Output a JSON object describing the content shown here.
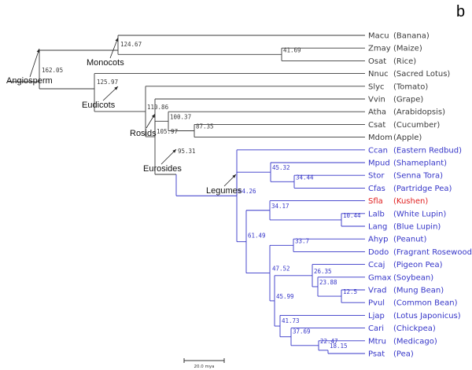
{
  "panel_label": "b",
  "scale_bar_label": "20.0 mya",
  "colors": {
    "black": "#3a3a3a",
    "legume_blue": "#3535c8",
    "highlight_red": "#e02020",
    "node_gray": "#555555"
  },
  "clades": [
    {
      "id": "angiosperm",
      "label": "Angiosperm"
    },
    {
      "id": "monocots",
      "label": "Monocots"
    },
    {
      "id": "eudicots",
      "label": "Eudicots"
    },
    {
      "id": "rosids",
      "label": "Rosids"
    },
    {
      "id": "eurosides",
      "label": "Eurosides"
    },
    {
      "id": "legumes",
      "label": "Legumes"
    }
  ],
  "taxa": [
    {
      "code": "Macu",
      "name": "(Banana)",
      "color": "black"
    },
    {
      "code": "Zmay",
      "name": "(Maize)",
      "color": "black"
    },
    {
      "code": "Osat",
      "name": "(Rice)",
      "color": "black"
    },
    {
      "code": "Nnuc",
      "name": "(Sacred Lotus)",
      "color": "black"
    },
    {
      "code": "Slyc",
      "name": "(Tomato)",
      "color": "black"
    },
    {
      "code": "Vvin",
      "name": "(Grape)",
      "color": "black"
    },
    {
      "code": "Atha",
      "name": "(Arabidopsis)",
      "color": "black"
    },
    {
      "code": "Csat",
      "name": "(Cucumber)",
      "color": "black"
    },
    {
      "code": "Mdom",
      "name": "(Apple)",
      "color": "black"
    },
    {
      "code": "Ccan",
      "name": "(Eastern Redbud)",
      "color": "legume_blue"
    },
    {
      "code": "Mpud",
      "name": "(Shameplant)",
      "color": "legume_blue"
    },
    {
      "code": "Stor",
      "name": "(Senna Tora)",
      "color": "legume_blue"
    },
    {
      "code": "Cfas",
      "name": "(Partridge Pea)",
      "color": "legume_blue"
    },
    {
      "code": "Sfla",
      "name": "(Kushen)",
      "color": "highlight_red"
    },
    {
      "code": "Lalb",
      "name": "(White Lupin)",
      "color": "legume_blue"
    },
    {
      "code": "Lang",
      "name": "(Blue Lupin)",
      "color": "legume_blue"
    },
    {
      "code": "Ahyp",
      "name": "(Peanut)",
      "color": "legume_blue"
    },
    {
      "code": "Dodo",
      "name": "(Fragrant Rosewood)",
      "color": "legume_blue"
    },
    {
      "code": "Ccaj",
      "name": "(Pigeon Pea)",
      "color": "legume_blue"
    },
    {
      "code": "Gmax",
      "name": "(Soybean)",
      "color": "legume_blue"
    },
    {
      "code": "Vrad",
      "name": "(Mung Bean)",
      "color": "legume_blue"
    },
    {
      "code": "Pvul",
      "name": "(Common Bean)",
      "color": "legume_blue"
    },
    {
      "code": "Ljap",
      "name": "(Lotus Japonicus)",
      "color": "legume_blue"
    },
    {
      "code": "Cari",
      "name": "(Chickpea)",
      "color": "legume_blue"
    },
    {
      "code": "Mtru",
      "name": "(Medicago)",
      "color": "legume_blue"
    },
    {
      "code": "Psat",
      "name": "(Pea)",
      "color": "legume_blue"
    }
  ],
  "nodes": [
    {
      "id": "root",
      "value": "162.05",
      "color": "black"
    },
    {
      "id": "monocots",
      "value": "124.67",
      "color": "black"
    },
    {
      "id": "zmay_osat",
      "value": "41.69",
      "color": "black"
    },
    {
      "id": "eudicots",
      "value": "125.97",
      "color": "black"
    },
    {
      "id": "core_eudicots",
      "value": "110.86",
      "color": "black"
    },
    {
      "id": "rosids",
      "value": "105.97",
      "color": "black"
    },
    {
      "id": "cucumber_apple",
      "value": "100.37",
      "color": "black"
    },
    {
      "id": "csat_mdom",
      "value": "87.35",
      "color": "black"
    },
    {
      "id": "eurosides",
      "value": "95.31",
      "color": "black"
    },
    {
      "id": "legumes",
      "value": "64.26",
      "color": "legume_blue"
    },
    {
      "id": "mpud_cfas",
      "value": "45.32",
      "color": "legume_blue"
    },
    {
      "id": "stor_cfas",
      "value": "34.44",
      "color": "legume_blue"
    },
    {
      "id": "papilionoids",
      "value": "61.49",
      "color": "legume_blue"
    },
    {
      "id": "sfla_lupins",
      "value": "34.17",
      "color": "legume_blue"
    },
    {
      "id": "lalb_lang",
      "value": "10.44",
      "color": "legume_blue"
    },
    {
      "id": "core_pap",
      "value": "47.52",
      "color": "legume_blue"
    },
    {
      "id": "ahyp_dodo",
      "value": "33.7",
      "color": "legume_blue"
    },
    {
      "id": "phaseoloid_hologa",
      "value": "45.99",
      "color": "legume_blue"
    },
    {
      "id": "phaseoloids",
      "value": "26.35",
      "color": "legume_blue"
    },
    {
      "id": "vrad_group",
      "value": "23.88",
      "color": "legume_blue"
    },
    {
      "id": "vrad_pvul",
      "value": "12.5",
      "color": "legume_blue"
    },
    {
      "id": "hologalegina",
      "value": "41.73",
      "color": "legume_blue"
    },
    {
      "id": "cari_group",
      "value": "37.69",
      "color": "legume_blue"
    },
    {
      "id": "mtru_psat_cari",
      "value": "22.47",
      "color": "legume_blue"
    },
    {
      "id": "mtru_psat",
      "value": "18.15",
      "color": "legume_blue"
    }
  ]
}
